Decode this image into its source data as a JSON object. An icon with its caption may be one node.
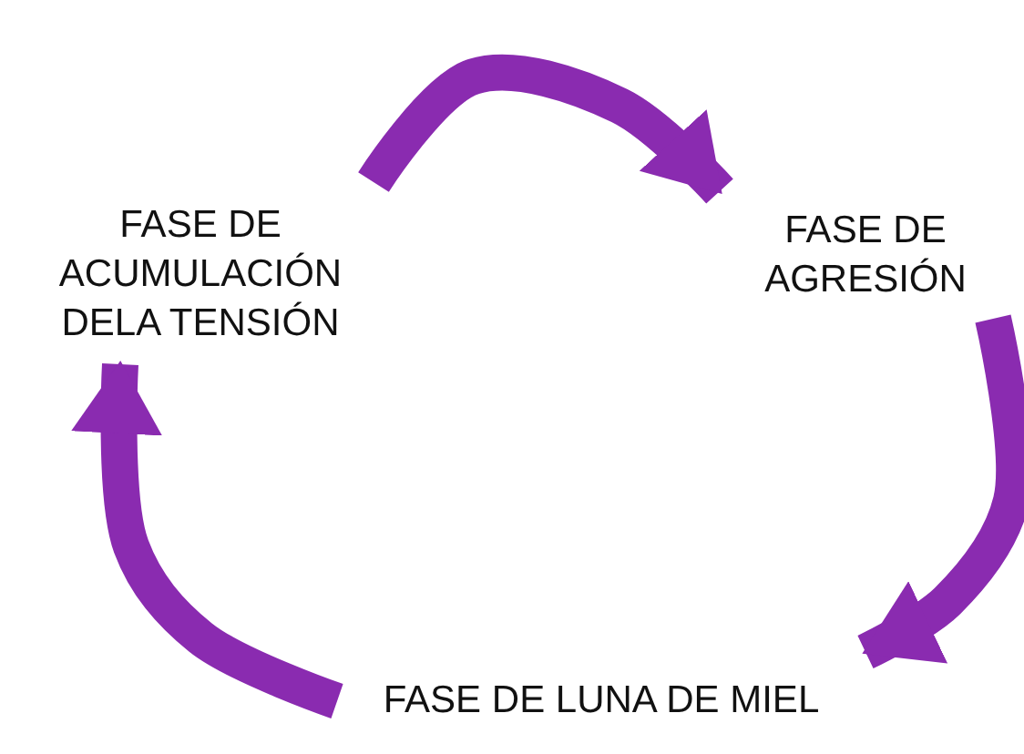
{
  "diagram": {
    "nodes": [
      {
        "text": [
          "FASE DE ACUMULACIÓN DELA TENSIÓN"
        ]
      },
      {
        "text": [
          "FASE DE AGRESIÓN"
        ]
      },
      {
        "text": [
          "FASE DE LUNA DE MIEL"
        ]
      }
    ],
    "edges": [
      {
        "from": 0,
        "to": 1,
        "arrow": "to"
      },
      {
        "from": 1,
        "to": 2,
        "arrow": "to"
      },
      {
        "from": 2,
        "to": 0,
        "arrow": "to"
      }
    ]
  }
}
